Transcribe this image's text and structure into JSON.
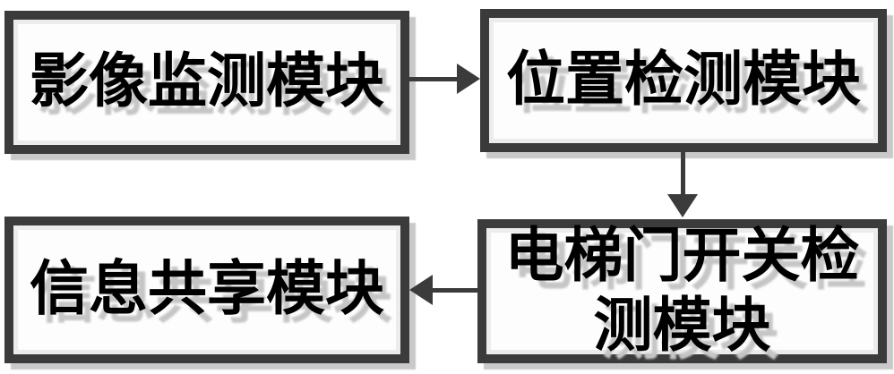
{
  "diagram": {
    "type": "flowchart",
    "background_color": "#ffffff",
    "node_border_color": "#3b3b3b",
    "node_fill_color": "#fdfdfd",
    "shadow_color": "#c9c9c9",
    "text_color": "#000000",
    "arrow_color": "#3b3b3b",
    "nodes": [
      {
        "id": "image-monitoring-module",
        "label": "影像监测模块"
      },
      {
        "id": "position-detection-module",
        "label": "位置检测模块"
      },
      {
        "id": "elevator-door-switch-detection-module",
        "label": "电梯门开关检测模块"
      },
      {
        "id": "information-sharing-module",
        "label": "信息共享模块"
      }
    ],
    "edges": [
      {
        "from": "image-monitoring-module",
        "to": "position-detection-module",
        "direction": "right"
      },
      {
        "from": "position-detection-module",
        "to": "elevator-door-switch-detection-module",
        "direction": "down"
      },
      {
        "from": "elevator-door-switch-detection-module",
        "to": "information-sharing-module",
        "direction": "left"
      }
    ]
  }
}
